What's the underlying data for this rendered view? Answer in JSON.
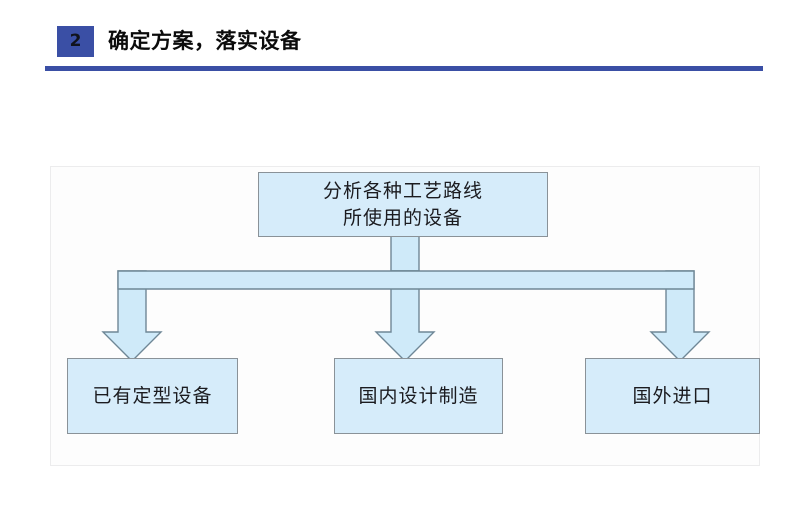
{
  "header": {
    "badge_number": "2",
    "title": "确定方案，落实设备",
    "accent_color": "#3a4fa5"
  },
  "diagram": {
    "panel_background": "#fdfdfd",
    "box_fill": "#d6ecfa",
    "box_border": "#8a9298",
    "connector_fill": "#cfeaf9",
    "connector_border": "#6f8796",
    "top_box": {
      "label": "分析各种工艺路线\n所使用的设备"
    },
    "bottom_boxes": [
      {
        "label": "已有定型设备"
      },
      {
        "label": "国内设计制造"
      },
      {
        "label": "国外进口"
      }
    ],
    "connector_name": "branching-block-arrow"
  }
}
